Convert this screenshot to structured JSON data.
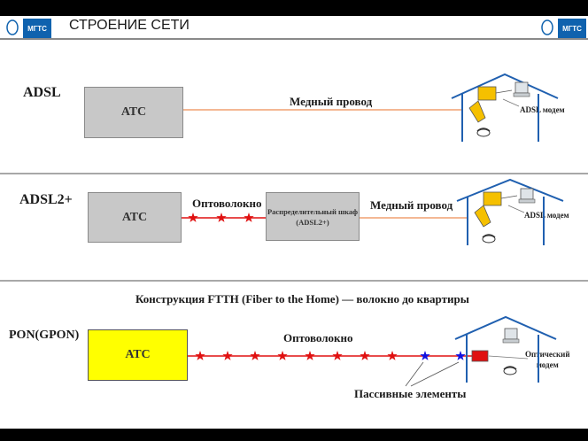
{
  "header": {
    "title": "СТРОЕНИЕ СЕТИ",
    "logo_text": "МГТС"
  },
  "adsl": {
    "title": "ADSL",
    "ats": "АТС",
    "cable": "Медный провод",
    "modem": "ADSL модем"
  },
  "adsl2": {
    "title": "ADSL2+",
    "ats": "АТС",
    "fiber": "Оптоволокно",
    "cabinet_line1": "Распределительный шкаф",
    "cabinet_line2": "(ADSL2+)",
    "cable": "Медный провод",
    "modem": "ADSL модем"
  },
  "pon": {
    "caption": "Конструкция FTTH (Fiber to the Home) — волокно до квартиры",
    "title": "PON(GPON)",
    "ats": "АТС",
    "fiber": "Оптоволокно",
    "terminal_line1": "Оптический",
    "terminal_line2": "модем",
    "passive": "Пассивные элементы"
  },
  "colors": {
    "copper": "#f0a070",
    "fiber": "#e01010",
    "splitter": "#1010e0",
    "house": "#2060b0",
    "modem": "#f5c000"
  }
}
